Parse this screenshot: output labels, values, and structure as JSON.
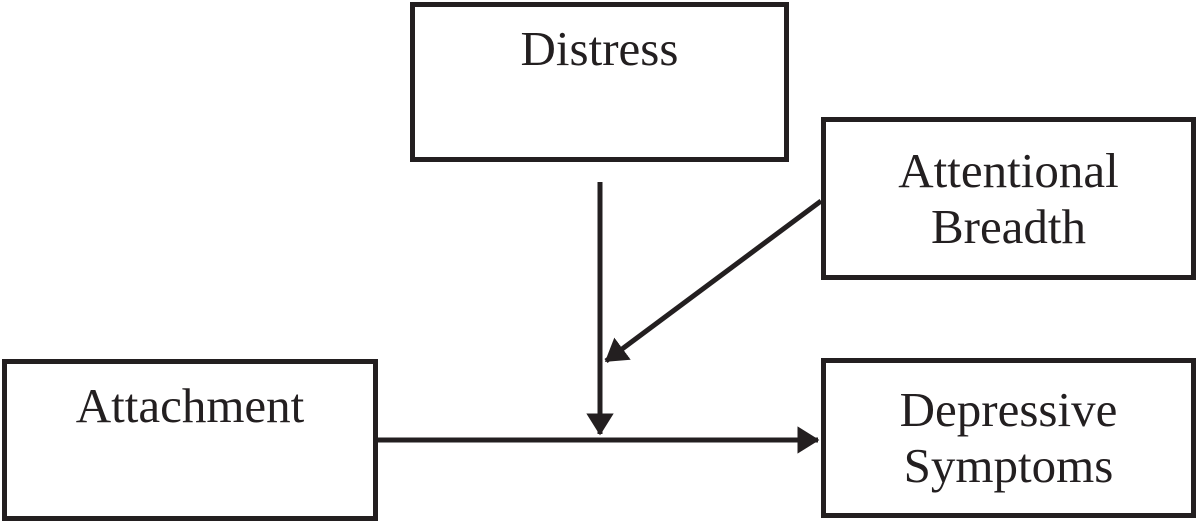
{
  "diagram": {
    "type": "path-model",
    "background": "#ffffff",
    "ink_color": "#231f20",
    "nodes": {
      "distress": {
        "label": "Distress"
      },
      "attentional_breadth": {
        "label": "Attentional Breadth"
      },
      "attachment": {
        "label": "Attachment"
      },
      "depressive_symptoms": {
        "label": "Depressive Symptoms"
      }
    },
    "edges": [
      {
        "from": "Attachment",
        "to": "Depressive Symptoms",
        "style": "solid-arrow",
        "direction": "right"
      },
      {
        "from": "Distress",
        "to": "Attachment to Depressive Symptoms path",
        "style": "solid-arrow",
        "direction": "down"
      },
      {
        "from": "Attentional Breadth",
        "to": "Distress path arrow",
        "style": "solid-arrow",
        "direction": "down-left"
      }
    ]
  }
}
